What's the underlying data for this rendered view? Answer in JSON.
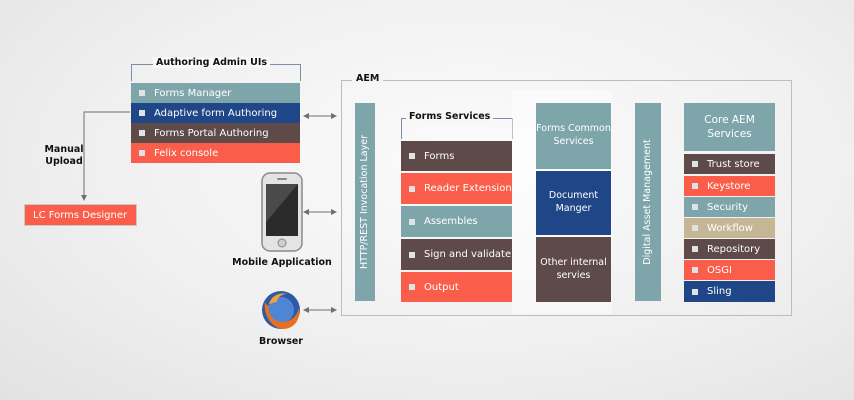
{
  "authoring": {
    "title": "Authoring Admin UIs",
    "items": [
      {
        "label": "Forms Manager",
        "color": "#7ea6aa"
      },
      {
        "label": "Adaptive form Authoring",
        "color": "#1f4686"
      },
      {
        "label": "Forms Portal Authoring",
        "color": "#5e4a48"
      },
      {
        "label": "Felix console",
        "color": "#fa5e4a"
      }
    ]
  },
  "manual_upload": "Manual Upload",
  "designer": "LC Forms Designer",
  "mobile": "Mobile Application",
  "browser": "Browser",
  "aem": {
    "title": "AEM",
    "http_layer": "HTTP/REST Invocation Layer",
    "forms_services": {
      "title": "Forms Services",
      "items": [
        {
          "label": "Forms",
          "color": "#5e4a48"
        },
        {
          "label": "Reader Extensions",
          "color": "#fa5e4a"
        },
        {
          "label": "Assembles",
          "color": "#7ea6aa"
        },
        {
          "label": "Sign and validate",
          "color": "#5e4a48"
        },
        {
          "label": "Output",
          "color": "#fa5e4a"
        }
      ]
    },
    "common": {
      "title": "Forms Common Services",
      "document": "Document Manger",
      "other": "Other internal servies"
    },
    "dam": "Digital Asset Management",
    "core": {
      "title": "Core AEM Services",
      "items": [
        {
          "label": "Trust store",
          "color": "#5e4a48"
        },
        {
          "label": "Keystore",
          "color": "#fa5e4a"
        },
        {
          "label": "Security",
          "color": "#7ea6aa"
        },
        {
          "label": "Workflow",
          "color": "#c5b796"
        },
        {
          "label": "Repository",
          "color": "#5e4a48"
        },
        {
          "label": "OSGI",
          "color": "#fa5e4a"
        },
        {
          "label": "Sling",
          "color": "#1f4686"
        }
      ]
    }
  }
}
